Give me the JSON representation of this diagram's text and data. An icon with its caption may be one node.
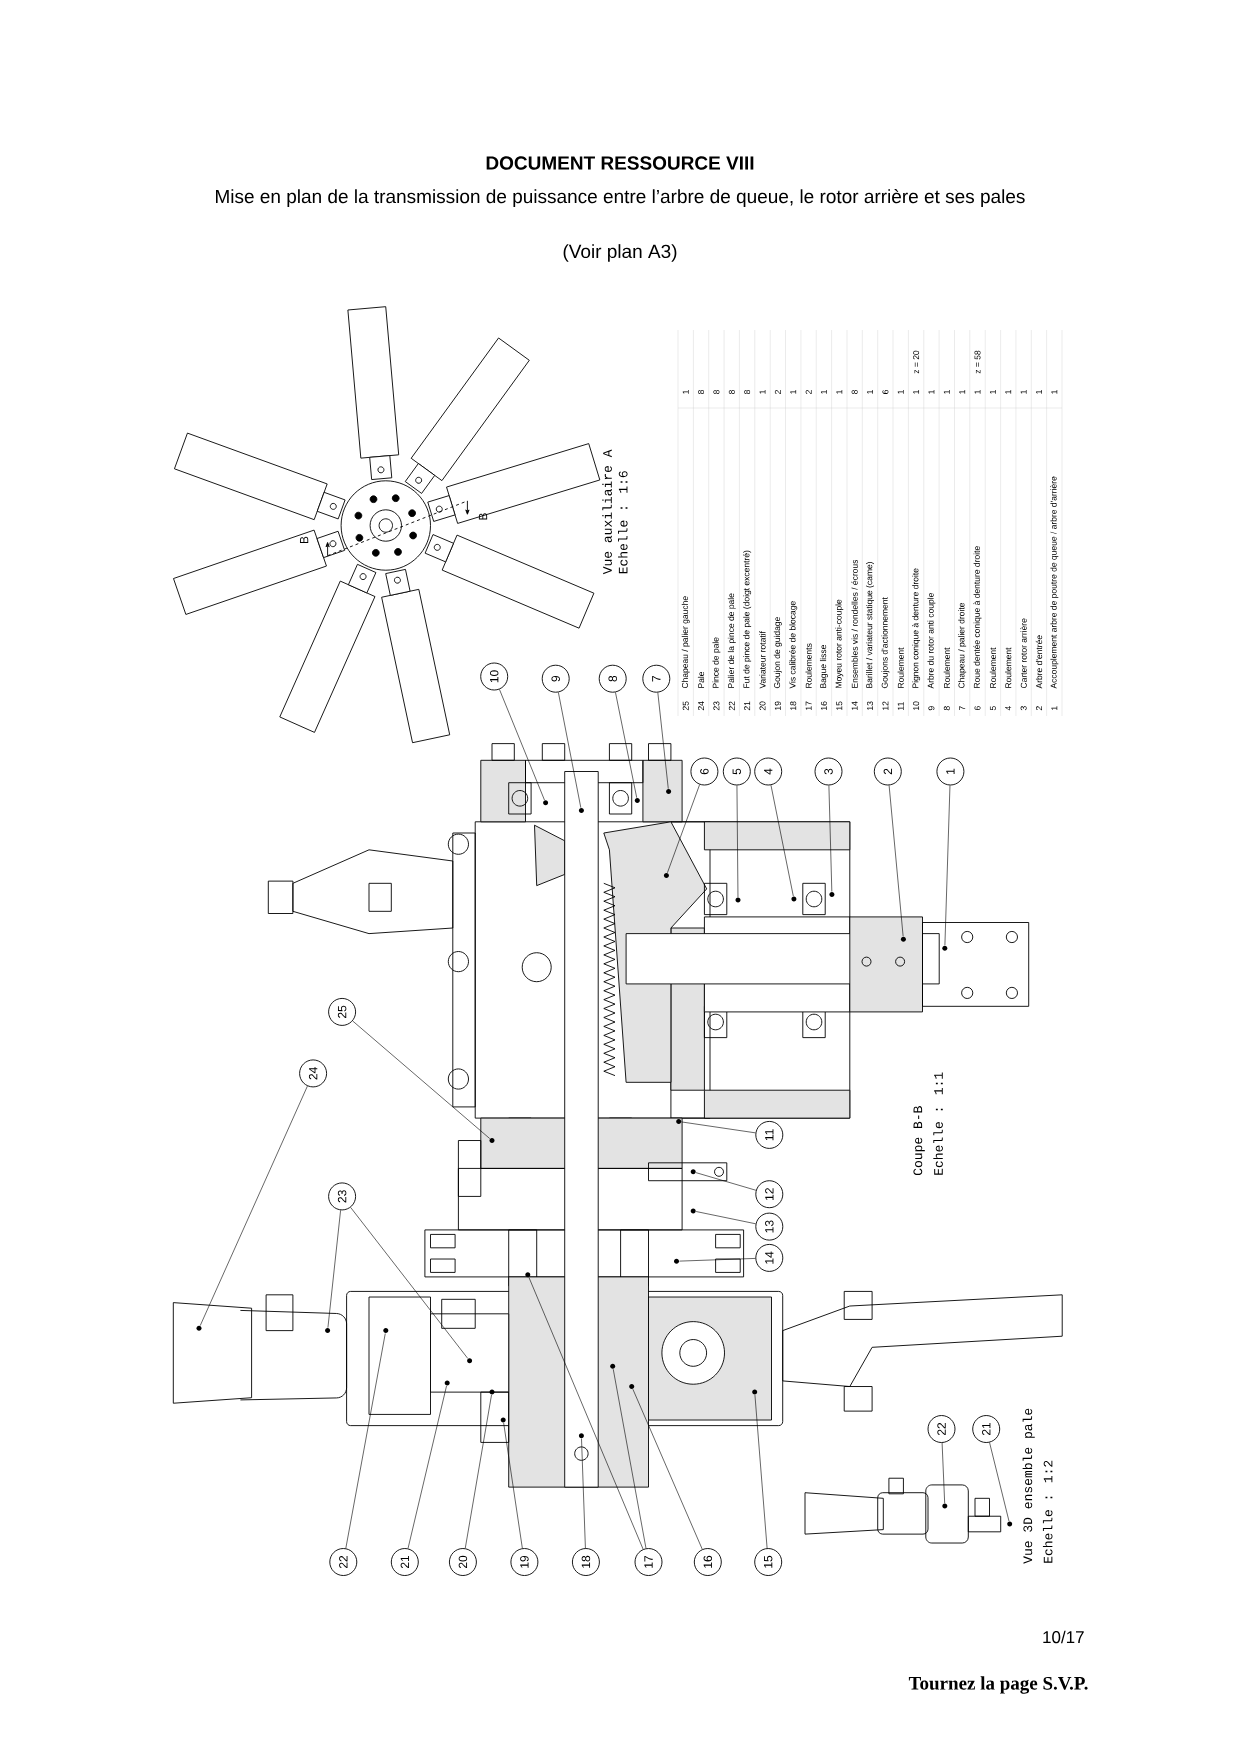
{
  "diagram": {
    "title": "DOCUMENT RESSOURCE VIII",
    "nodes": [
      {
        "text": [
          "10"
        ]
      },
      {
        "text": [
          "9"
        ]
      },
      {
        "text": [
          "8"
        ]
      },
      {
        "text": [
          "7"
        ]
      },
      {
        "text": [
          "6"
        ]
      },
      {
        "text": [
          "5"
        ]
      },
      {
        "text": [
          "4"
        ]
      },
      {
        "text": [
          "3"
        ]
      },
      {
        "text": [
          "2"
        ]
      },
      {
        "text": [
          "1"
        ]
      },
      {
        "text": [
          "25"
        ]
      },
      {
        "text": [
          "24"
        ]
      },
      {
        "text": [
          "23"
        ]
      },
      {
        "text": [
          "11"
        ]
      },
      {
        "text": [
          "12"
        ]
      },
      {
        "text": [
          "13"
        ]
      },
      {
        "text": [
          "14"
        ]
      },
      {
        "text": [
          "22"
        ]
      },
      {
        "text": [
          "21"
        ]
      },
      {
        "text": [
          "20"
        ]
      },
      {
        "text": [
          "19"
        ]
      },
      {
        "text": [
          "18"
        ]
      },
      {
        "text": [
          "17"
        ]
      },
      {
        "text": [
          "16"
        ]
      },
      {
        "text": [
          "15"
        ]
      },
      {
        "text": [
          "22"
        ]
      },
      {
        "text": [
          "21"
        ]
      },
      {
        "text": [],
        "shape": "circle"
      },
      {
        "text": [],
        "shape": "circle"
      },
      {
        "text": [],
        "shape": "circle"
      },
      {
        "text": [],
        "shape": "circle"
      },
      {
        "text": [],
        "shape": "circle"
      },
      {
        "text": [],
        "shape": "circle"
      },
      {
        "text": [],
        "shape": "circle"
      },
      {
        "text": [],
        "shape": "circle"
      },
      {
        "text": [],
        "shape": "circle"
      },
      {
        "text": [],
        "shape": "circle"
      },
      {
        "text": [],
        "shape": "circle"
      },
      {
        "text": [],
        "shape": "circle"
      },
      {
        "text": [],
        "shape": "circle"
      },
      {
        "text": [],
        "shape": "circle"
      },
      {
        "text": [],
        "shape": "circle"
      },
      {
        "text": [],
        "shape": "circle"
      },
      {
        "text": [],
        "shape": "circle"
      },
      {
        "text": [],
        "shape": "circle"
      },
      {
        "text": [],
        "shape": "circle"
      },
      {
        "text": [],
        "shape": "circle"
      },
      {
        "text": [],
        "shape": "circle"
      },
      {
        "text": [],
        "shape": "circle"
      },
      {
        "text": [],
        "shape": "circle"
      },
      {
        "text": [],
        "shape": "circle"
      },
      {
        "text": [],
        "shape": "circle"
      },
      {
        "text": [],
        "shape": "circle"
      },
      {
        "text": [],
        "shape": "circle"
      },
      {
        "text": [],
        "shape": "circle"
      },
      {
        "text": [],
        "shape": "circle"
      }
    ],
    "edges": [
      {
        "from": 0,
        "to": 27,
        "arrow": "none"
      },
      {
        "from": 1,
        "to": 28,
        "arrow": "none"
      },
      {
        "from": 2,
        "to": 29,
        "arrow": "none"
      },
      {
        "from": 3,
        "to": 30,
        "arrow": "none"
      },
      {
        "from": 4,
        "to": 31,
        "arrow": "none"
      },
      {
        "from": 5,
        "to": 32,
        "arrow": "none"
      },
      {
        "from": 6,
        "to": 33,
        "arrow": "none"
      },
      {
        "from": 7,
        "to": 34,
        "arrow": "none"
      },
      {
        "from": 8,
        "to": 35,
        "arrow": "none"
      },
      {
        "from": 9,
        "to": 36,
        "arrow": "none"
      },
      {
        "from": 10,
        "to": 37,
        "arrow": "none"
      },
      {
        "from": 11,
        "to": 38,
        "arrow": "none"
      },
      {
        "from": 12,
        "to": 39,
        "arrow": "none"
      },
      {
        "from": 12,
        "to": 40,
        "arrow": "none"
      },
      {
        "from": 13,
        "to": 41,
        "arrow": "none"
      },
      {
        "from": 14,
        "to": 42,
        "arrow": "none"
      },
      {
        "from": 15,
        "to": 43,
        "arrow": "none"
      },
      {
        "from": 16,
        "to": 44,
        "arrow": "none"
      },
      {
        "from": 17,
        "to": 45,
        "arrow": "none"
      },
      {
        "from": 18,
        "to": 46,
        "arrow": "none"
      },
      {
        "from": 19,
        "to": 47,
        "arrow": "none"
      },
      {
        "from": 20,
        "to": 48,
        "arrow": "none"
      },
      {
        "from": 21,
        "to": 49,
        "arrow": "none"
      },
      {
        "from": 22,
        "to": 50,
        "arrow": "none"
      },
      {
        "from": 22,
        "to": 51,
        "arrow": "none"
      },
      {
        "from": 23,
        "to": 52,
        "arrow": "none"
      },
      {
        "from": 24,
        "to": 53,
        "arrow": "none"
      },
      {
        "from": 25,
        "to": 54,
        "arrow": "none"
      },
      {
        "from": 26,
        "to": 55,
        "arrow": "none"
      }
    ],
    "labels": [
      "Mise en plan de la transmission de puissance entre l’arbre de queue, le rotor arrière et ses pales",
      "(Voir plan A3)",
      "Vue auxiliaire A",
      "Echelle : 1:6",
      "B",
      "B",
      "25",
      "Chapeau / palier gauche",
      "1",
      "24",
      "Pale",
      "8",
      "23",
      "Pince de pale",
      "8",
      "22",
      "Palier de la pince de pale",
      "8",
      "21",
      "Fut de pince de pale (doigt excentré)",
      "8",
      "20",
      "Variateur rotatif",
      "1",
      "19",
      "Goujon de guidage",
      "2",
      "18",
      "Vis calibrée de blocage",
      "1",
      "17",
      "Roulements",
      "2",
      "16",
      "Bague lisse",
      "1",
      "15",
      "Moyeu rotor anti-couple",
      "1",
      "14",
      "Ensembles vis / rondelles / écrous",
      "8",
      "13",
      "Barillet / variateur statique (came)",
      "1",
      "12",
      "Goujons d'actionnement",
      "6",
      "11",
      "Roulement",
      "1",
      "10",
      "Pignon conique à denture droite",
      "1",
      "z = 20",
      "9",
      "Arbre du rotor anti couple",
      "1",
      "8",
      "Roulement",
      "1",
      "7",
      "Chapeau / palier droite",
      "1",
      "6",
      "Roue dentée conique à denture droite",
      "1",
      "z = 58",
      "5",
      "Roulement",
      "1",
      "4",
      "Roulement",
      "1",
      "3",
      "Carter rotor arrière",
      "1",
      "2",
      "Arbre d'entrée",
      "1",
      "1",
      "Accouplement arbre de poutre de queue / arbre d'arrière",
      "1",
      "Coupe B-B",
      "Echelle : 1:1",
      "Vue 3D ensemble pale",
      "Echelle : 1:2",
      "10/17",
      "Tournez la page S.V.P."
    ]
  }
}
